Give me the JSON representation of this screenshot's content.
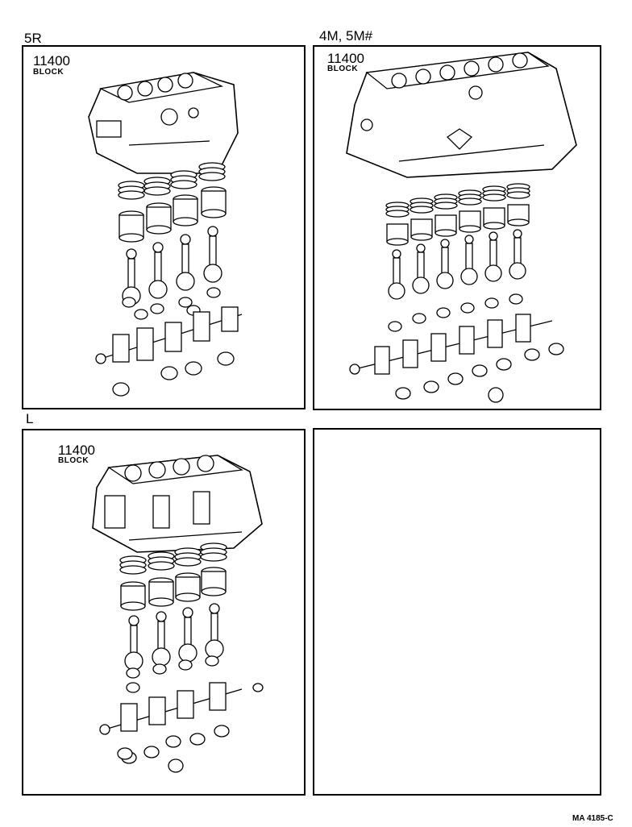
{
  "panels": {
    "top_left": {
      "engine": "5R",
      "part_number": "11400",
      "part_name": "BLOCK"
    },
    "top_right": {
      "engine": "4M, 5M#",
      "part_number": "11400",
      "part_name": "BLOCK"
    },
    "bottom_left": {
      "engine": "L",
      "part_number": "11400",
      "part_name": "BLOCK"
    },
    "bottom_right": {}
  },
  "footer": {
    "ref_code": "MA 4185-C"
  },
  "icons": {
    "block": "engine-block-icon",
    "rings": "piston-ring-set-icon",
    "pistons": "piston-icon",
    "rods": "connecting-rod-icon",
    "bearings": "bearing-icon",
    "crankshaft": "crankshaft-icon"
  }
}
